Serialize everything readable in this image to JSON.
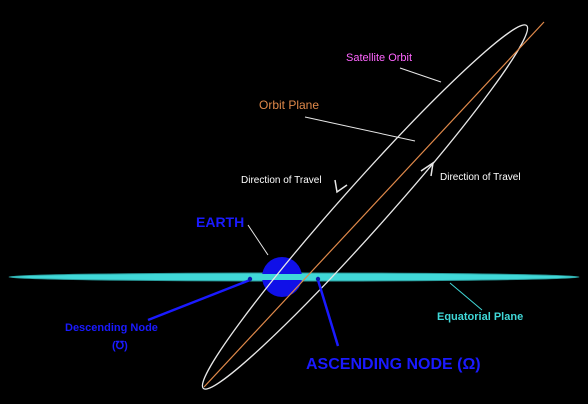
{
  "labels": {
    "satellite_orbit": "Satellite Orbit",
    "orbit_plane": "Orbit Plane",
    "direction_left": "Direction of Travel",
    "direction_right": "Direction of Travel",
    "earth": "EARTH",
    "descending_node_line1": "Descending Node",
    "descending_node_line2": "(℧)",
    "equatorial_plane": "Equatorial Plane",
    "ascending_node": "ASCENDING NODE (Ω)"
  },
  "colors": {
    "background": "#000000",
    "satellite_orbit_label": "#ff66ff",
    "orbit_plane": "#e0894a",
    "orbit_ellipse": "#e8e8e8",
    "direction_text": "#ffffff",
    "earth": "#1010e8",
    "earth_label": "#1a1aff",
    "node_label": "#1a1aff",
    "equatorial_plane": "#40d8d8",
    "leader_lines": "#e8e8e8"
  }
}
